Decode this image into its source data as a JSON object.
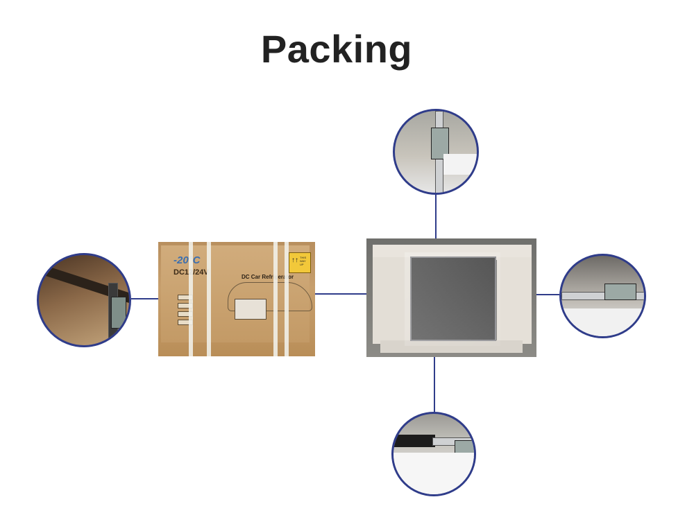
{
  "page": {
    "title": "Packing"
  },
  "box_photo": {
    "logo_text": "-20°C",
    "model_text": "DC12/24V",
    "product_text": "DC Car Refrigerator",
    "warning_arrows": "↑↑",
    "warning_text": "THIS WAY UP"
  },
  "colors": {
    "connector": "#2f3c8a",
    "title": "#222222"
  },
  "icons": [
    "caliper-icon",
    "foam-corner-icon"
  ]
}
